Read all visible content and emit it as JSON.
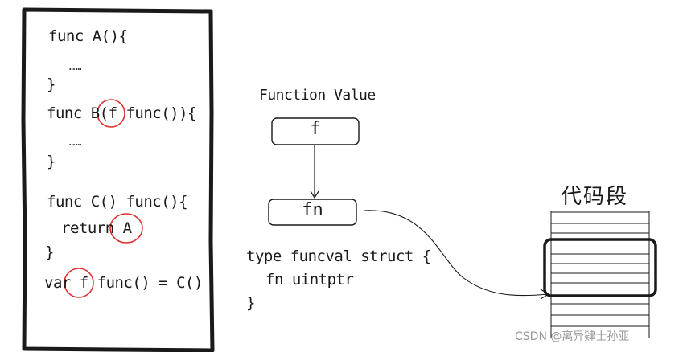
{
  "code_panel": {
    "lines": [
      "func A(){",
      "……",
      "}",
      "func B(f func()){",
      "……",
      "}",
      "func C() func(){",
      "return A",
      "}",
      "var f func() = C()"
    ]
  },
  "function_value": {
    "title": "Function Value",
    "box_top_label": "f",
    "box_bottom_label": "fn"
  },
  "struct_def": {
    "lines": [
      "type funcval struct {",
      "fn uintptr",
      "}"
    ]
  },
  "code_segment": {
    "label": "代码段"
  },
  "watermark": {
    "text": "CSDN @离异肄士孙亚"
  },
  "colors": {
    "ink": "#1a1a1a",
    "highlight_circle": "#e03030",
    "watermark": "#9a9a9a"
  }
}
